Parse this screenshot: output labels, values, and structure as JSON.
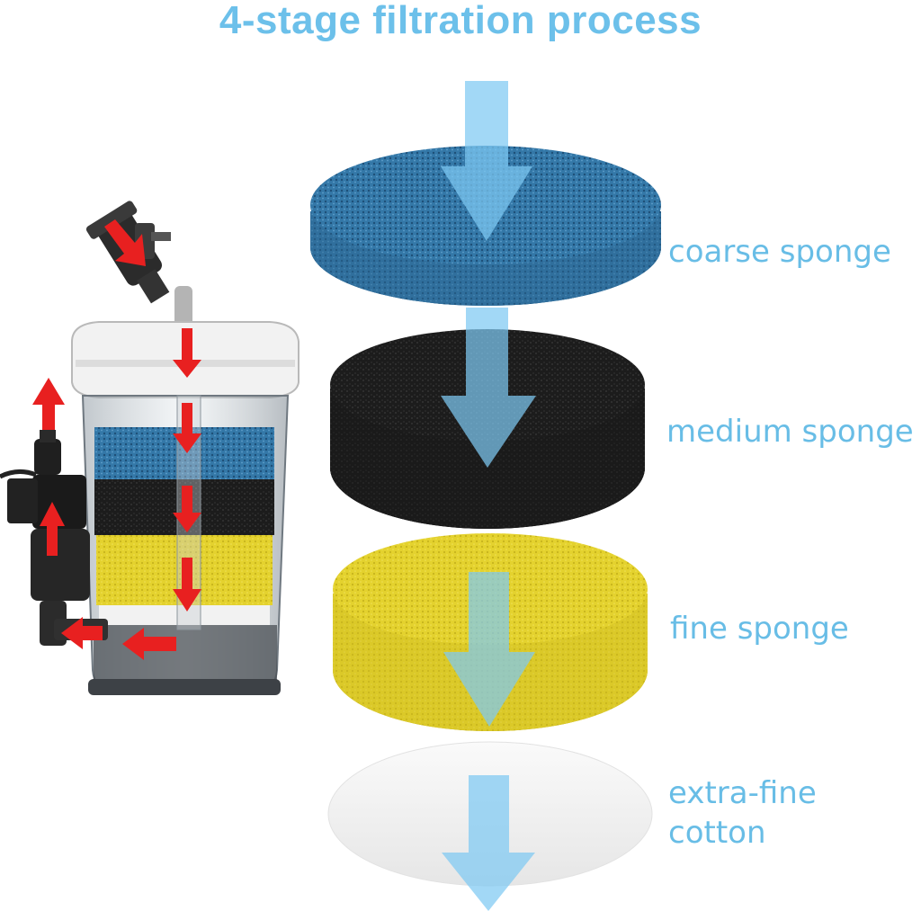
{
  "title": "4-stage filtration process",
  "stages": [
    {
      "label": "coarse sponge",
      "color": "#2f6f9e"
    },
    {
      "label": "medium sponge",
      "color": "#1e1e1e"
    },
    {
      "label": "fine sponge",
      "color": "#e0cf2c"
    },
    {
      "label_line1": "extra-fine",
      "label_line2": "cotton",
      "color": "#f1f1f1"
    }
  ],
  "colors": {
    "accent": "#6cc0ea",
    "flow_arrow": "#7ec9f2",
    "red_arrow": "#e82020"
  },
  "icons": [
    "filter-canister",
    "flow-arrow",
    "red-flow-arrow",
    "water-pump"
  ]
}
